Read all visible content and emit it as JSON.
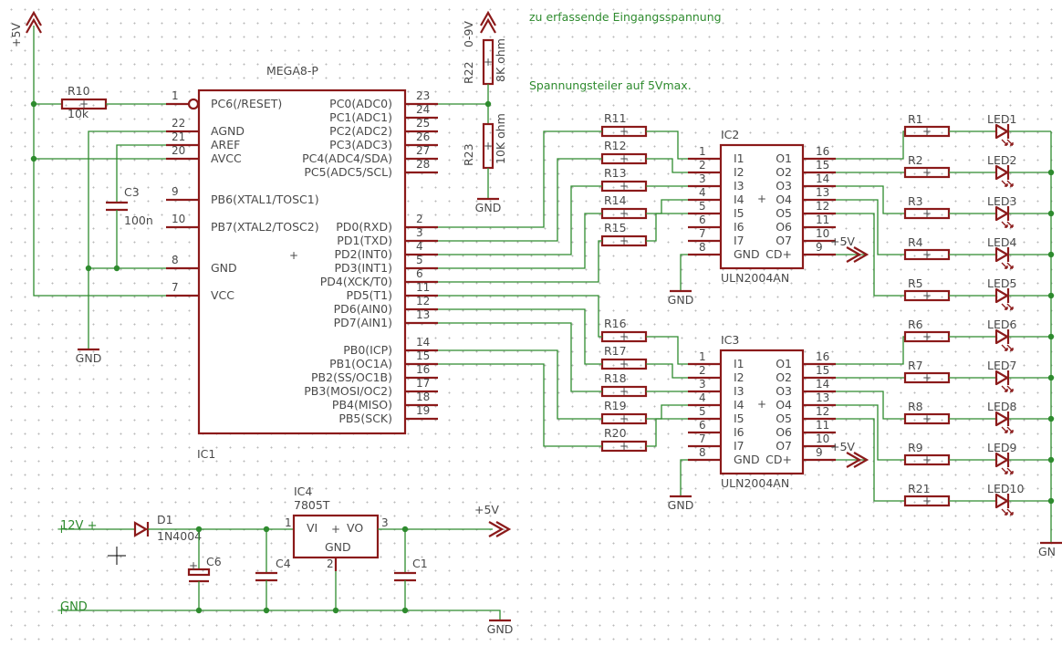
{
  "notes": {
    "input_voltage": "zu erfassende Eingangsspannung",
    "divider": "Spannungsteiler auf 5Vmax."
  },
  "supply": {
    "vcc": "+5V",
    "gnd": "GND",
    "in12": "12V +",
    "gnd_in": "GND"
  },
  "ic1": {
    "name": "IC1",
    "value": "MEGA8-P",
    "left_pins": [
      {
        "label": "PC6(/RESET)",
        "num": "1"
      },
      {
        "label": "AGND",
        "num": "22"
      },
      {
        "label": "AREF",
        "num": "21"
      },
      {
        "label": "AVCC",
        "num": "20"
      },
      {
        "label": "PB6(XTAL1/TOSC1)",
        "num": "9"
      },
      {
        "label": "PB7(XTAL2/TOSC2)",
        "num": "10"
      },
      {
        "label": "GND",
        "num": "8"
      },
      {
        "label": "VCC",
        "num": "7"
      }
    ],
    "right_pins": [
      {
        "label": "PC0(ADC0)",
        "num": "23"
      },
      {
        "label": "PC1(ADC1)",
        "num": "24"
      },
      {
        "label": "PC2(ADC2)",
        "num": "25"
      },
      {
        "label": "PC3(ADC3)",
        "num": "26"
      },
      {
        "label": "PC4(ADC4/SDA)",
        "num": "27"
      },
      {
        "label": "PC5(ADC5/SCL)",
        "num": "28"
      },
      {
        "label": "PD0(RXD)",
        "num": "2"
      },
      {
        "label": "PD1(TXD)",
        "num": "3"
      },
      {
        "label": "PD2(INT0)",
        "num": "4"
      },
      {
        "label": "PD3(INT1)",
        "num": "5"
      },
      {
        "label": "PD4(XCK/T0)",
        "num": "6"
      },
      {
        "label": "PD5(T1)",
        "num": "11"
      },
      {
        "label": "PD6(AIN0)",
        "num": "12"
      },
      {
        "label": "PD7(AIN1)",
        "num": "13"
      },
      {
        "label": "PB0(ICP)",
        "num": "14"
      },
      {
        "label": "PB1(OC1A)",
        "num": "15"
      },
      {
        "label": "PB2(SS/OC1B)",
        "num": "16"
      },
      {
        "label": "PB3(MOSI/OC2)",
        "num": "17"
      },
      {
        "label": "PB4(MISO)",
        "num": "18"
      },
      {
        "label": "PB5(SCK)",
        "num": "19"
      }
    ]
  },
  "r10": {
    "name": "R10",
    "value": "10k"
  },
  "c3": {
    "name": "C3",
    "value": "100n"
  },
  "r22": {
    "name": "R22",
    "value": "8K ohm",
    "range": "0-9V"
  },
  "r23": {
    "name": "R23",
    "value": "10K ohm"
  },
  "uln": [
    {
      "name": "IC2",
      "value": "ULN2004AN",
      "res": [
        "R11",
        "R12",
        "R13",
        "R14",
        "R15"
      ]
    },
    {
      "name": "IC3",
      "value": "ULN2004AN",
      "res": [
        "R16",
        "R17",
        "R18",
        "R19",
        "R20"
      ]
    }
  ],
  "uln_pins": {
    "in_labels": [
      "I1",
      "I2",
      "I3",
      "I4",
      "I5",
      "I6",
      "I7",
      "GND"
    ],
    "in_nums": [
      "1",
      "2",
      "3",
      "4",
      "5",
      "6",
      "7",
      "8"
    ],
    "out_labels": [
      "O1",
      "O2",
      "O3",
      "O4",
      "O5",
      "O6",
      "O7",
      "CD+"
    ],
    "out_nums": [
      "16",
      "15",
      "14",
      "13",
      "12",
      "11",
      "10",
      "9"
    ],
    "vplus": "+5V"
  },
  "leds": [
    {
      "r": "R1",
      "led": "LED1"
    },
    {
      "r": "R2",
      "led": "LED2"
    },
    {
      "r": "R3",
      "led": "LED3"
    },
    {
      "r": "R4",
      "led": "LED4"
    },
    {
      "r": "R5",
      "led": "LED5"
    },
    {
      "r": "R6",
      "led": "LED6"
    },
    {
      "r": "R7",
      "led": "LED7"
    },
    {
      "r": "R8",
      "led": "LED8"
    },
    {
      "r": "R9",
      "led": "LED9"
    },
    {
      "r": "R21",
      "led": "LED10"
    }
  ],
  "led_gnd": "GN",
  "power": {
    "d1": {
      "name": "D1",
      "value": "1N4004"
    },
    "c6": "C6",
    "c4": "C4",
    "c1": "C1",
    "ic4": {
      "name": "IC4",
      "value": "7805T",
      "vi": "VI",
      "vo": "VO",
      "gnd": "GND",
      "pin_in": "1",
      "pin_gnd": "2",
      "pin_out": "3"
    }
  }
}
